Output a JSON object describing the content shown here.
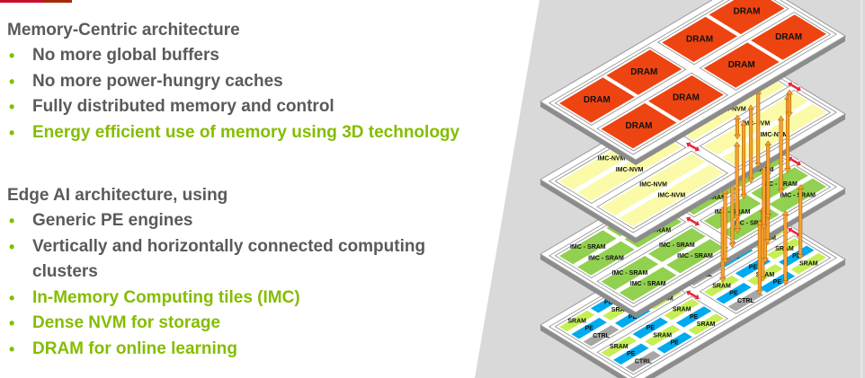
{
  "left_text": {
    "section1": {
      "heading": "Memory-Centric architecture",
      "bullets": [
        {
          "text": "No more global buffers",
          "highlight": false
        },
        {
          "text": "No more power-hungry caches",
          "highlight": false
        },
        {
          "text": "Fully distributed memory and control",
          "highlight": false
        },
        {
          "text": "Energy efficient use of memory using 3D technology",
          "highlight": true
        }
      ]
    },
    "section2": {
      "heading": "Edge AI architecture, using",
      "bullets": [
        {
          "text": "Generic PE engines",
          "highlight": false
        },
        {
          "text": "Vertically and horizontally connected computing clusters",
          "highlight": false
        },
        {
          "text": "In-Memory Computing tiles (IMC)",
          "highlight": true
        },
        {
          "text": "Dense NVM for storage",
          "highlight": true
        },
        {
          "text": "DRAM for online learning",
          "highlight": true
        }
      ]
    },
    "bullet_glyph": "•"
  },
  "diagram": {
    "layers": [
      {
        "name": "dram-layer",
        "tile_label": "DRAM"
      },
      {
        "name": "nvm-layer",
        "tile_label": "IMC-NVM"
      },
      {
        "name": "sram-layer",
        "tile_label": "IMC - SRAM"
      },
      {
        "name": "pe-layer",
        "tile_labels": {
          "sram": "SRAM",
          "pe": "PE",
          "ctrl": "CTRL"
        }
      }
    ],
    "icons": {
      "vertical_link": "double-arrow-vertical-icon",
      "horizontal_link": "double-arrow-horizontal-icon"
    }
  },
  "colors": {
    "heading_text": "#5a5a5a",
    "accent_green": "#84bd00",
    "top_bar": "#c8102e",
    "panel_bg": "#d9d9d9",
    "dram": "#ee4411",
    "nvm": "#fafaa8",
    "imc_sram": "#92d050",
    "sram": "#c6ee55",
    "pe": "#00aaee",
    "ctrl": "#a6a6a6",
    "vertical_arrow": "#f7a030",
    "horizontal_arrow": "#e8263c"
  }
}
